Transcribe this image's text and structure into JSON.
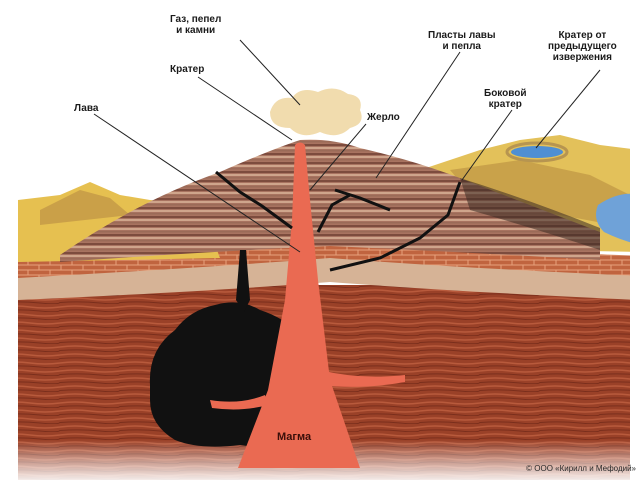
{
  "labels": {
    "gas": [
      "Газ, пепел",
      "и камни"
    ],
    "crater": "Кратер",
    "lava": "Лава",
    "vent": "Жерло",
    "layers": [
      "Пласты лавы",
      "и пепла"
    ],
    "side_crater": [
      "Боковой",
      "кратер"
    ],
    "old_crater": [
      "Кратер от",
      "предыдущего",
      "извержения"
    ],
    "magma": "Магма"
  },
  "copyright": "© ООО «Кирилл и Мефодий»",
  "colors": {
    "sky": "#ffffff",
    "mountain_stripe_a": "#b8826a",
    "mountain_stripe_b": "#8f5a4a",
    "mountain_stripe_c": "#c9a08a",
    "ground_yellow": "#e6c050",
    "brick": "#b8583a",
    "deep_rock": "#8e3a24",
    "magma": "#ea6a52",
    "chamber": "#111111",
    "water": "#6fa2d8",
    "smoke": "#f1dcae"
  }
}
